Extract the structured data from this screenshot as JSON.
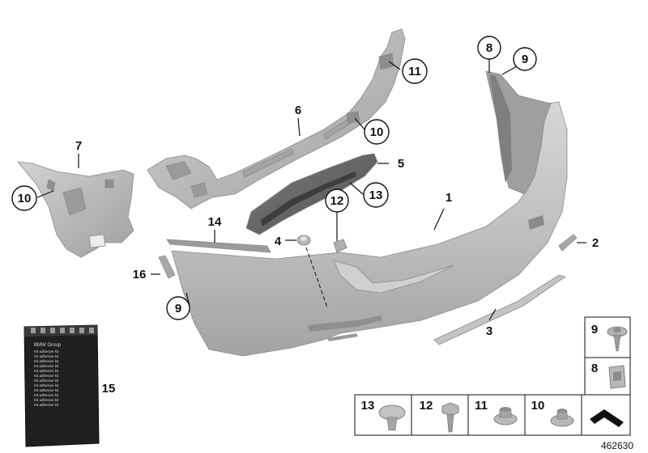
{
  "diagram_id": "462630",
  "callouts": [
    {
      "id": "c1",
      "text": "1"
    },
    {
      "id": "c2",
      "text": "2"
    },
    {
      "id": "c3",
      "text": "3"
    },
    {
      "id": "c4",
      "text": "4"
    },
    {
      "id": "c5",
      "text": "5"
    },
    {
      "id": "c6",
      "text": "6"
    },
    {
      "id": "c7",
      "text": "7"
    },
    {
      "id": "c8",
      "text": "8"
    },
    {
      "id": "c9",
      "text": "9"
    },
    {
      "id": "c9b",
      "text": "9"
    },
    {
      "id": "c10",
      "text": "10"
    },
    {
      "id": "c10b",
      "text": "10"
    },
    {
      "id": "c11",
      "text": "11"
    },
    {
      "id": "c12",
      "text": "12"
    },
    {
      "id": "c13",
      "text": "13"
    },
    {
      "id": "c14",
      "text": "14"
    },
    {
      "id": "c15",
      "text": "15"
    },
    {
      "id": "c16",
      "text": "16"
    }
  ],
  "legend": [
    {
      "id": "k9",
      "text": "9"
    },
    {
      "id": "k8",
      "text": "8"
    },
    {
      "id": "k13",
      "text": "13"
    },
    {
      "id": "k12",
      "text": "12"
    },
    {
      "id": "k11",
      "text": "11"
    },
    {
      "id": "k10",
      "text": "10"
    }
  ],
  "package": {
    "brand": "BMW Group",
    "lines": [
      "Kit adhesive kit",
      "Kit adhesive kit",
      "Kit adhesive kit",
      "Kit adhesive kit",
      "Kit adhesive kit",
      "Kit adhesive kit",
      "Kit adhesive kit",
      "Kit adhesive kit",
      "Kit adhesive kit",
      "Kit adhesive kit",
      "Kit adhesive kit",
      "Kit adhesive kit"
    ]
  },
  "colors": {
    "part_light": "#c9c9c9",
    "part_mid": "#b3b3b3",
    "part_dark": "#6e6e6e",
    "ink": "#111111"
  }
}
